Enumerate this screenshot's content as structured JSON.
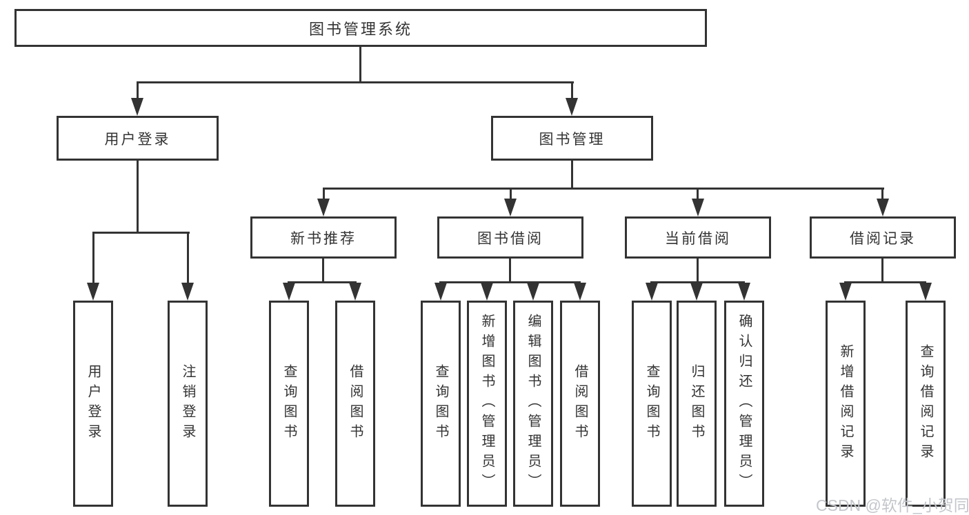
{
  "diagram": {
    "title": "图书管理系统",
    "watermark": "CSDN @软件_小贺同学",
    "colors": {
      "line": "#333333",
      "text": "#333333",
      "watermark": "#c3c6cb",
      "background": "#ffffff"
    },
    "tree": {
      "label": "图书管理系统",
      "children": [
        {
          "label": "用户登录",
          "children": [
            {
              "label": "用户登录"
            },
            {
              "label": "注销登录"
            }
          ]
        },
        {
          "label": "图书管理",
          "children": [
            {
              "label": "新书推荐",
              "children": [
                {
                  "label": "查询图书"
                },
                {
                  "label": "借阅图书"
                }
              ]
            },
            {
              "label": "图书借阅",
              "children": [
                {
                  "label": "查询图书"
                },
                {
                  "label": "新增图书（管理员）"
                },
                {
                  "label": "编辑图书（管理员）"
                },
                {
                  "label": "借阅图书"
                }
              ]
            },
            {
              "label": "当前借阅",
              "children": [
                {
                  "label": "查询图书"
                },
                {
                  "label": "归还图书"
                },
                {
                  "label": "确认归还（管理员）"
                }
              ]
            },
            {
              "label": "借阅记录",
              "children": [
                {
                  "label": "新增借阅记录"
                },
                {
                  "label": "查询借阅记录"
                }
              ]
            }
          ]
        }
      ]
    }
  }
}
